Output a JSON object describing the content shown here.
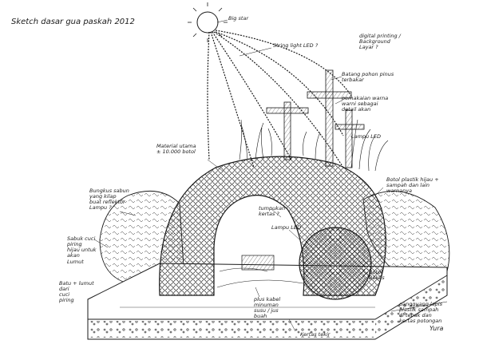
{
  "title": "Sketch dasar gua paskah 2012",
  "labels": {
    "big_star": "Big star",
    "string_light": "String light LED ?",
    "digital_printing": "digital printing /\nBackground\nLayar ?",
    "batang_pohon": "Batang pohon pinus\nterbakar",
    "pemakaian_warna": "pemakaian warna\nwarni sebagai\ndetail akan",
    "lampu_led_right": "Lampu LED",
    "material_utama": "Material utama\n± 10.000 botol",
    "botol_plastik": "Botol plastik hijau +\nsampah dan lain\nwarnanya",
    "bungkus": "Bungkus sabun\nyang kilap\nbuat reflektor\nLampu ?",
    "tumpukan": "tumpukan\nkertas ?",
    "lampu_led_center": "Lampu LED",
    "sabuk_cuci": "Sabuk cuci\npiring\nhijau untuk\nakan\nLumut",
    "botol_bekas": "Botol\nBekas",
    "batu_lumut": "Batu + lumut\ndari\ncuci\npiring",
    "plastik_kabel": "plus kabel\nminuman\nsusu / jus\nbuah",
    "pangguang": "pangguang lapis\nplastik sampah\ndi tebak dan\nkertas potongan",
    "kertas_tekir": "Kertas tekir",
    "signature": "Yura"
  },
  "colors": {
    "ink": "#1a1a1a",
    "paper": "#ffffff"
  }
}
